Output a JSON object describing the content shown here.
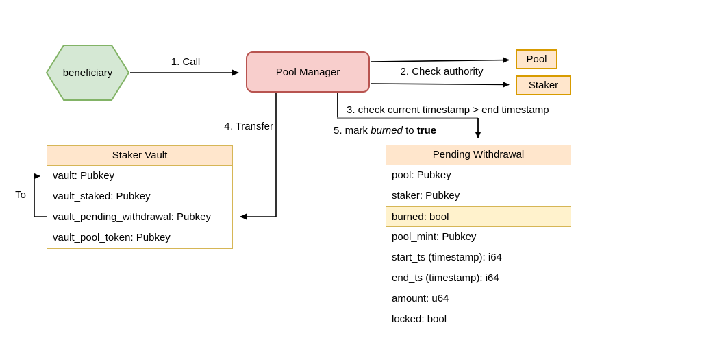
{
  "diagram": {
    "nodes": {
      "beneficiary": {
        "label": "beneficiary"
      },
      "pool_manager": {
        "label": "Pool Manager"
      },
      "pool": {
        "label": "Pool"
      },
      "staker": {
        "label": "Staker"
      }
    },
    "edge_labels": {
      "call": "1. Call",
      "check_authority": "2. Check authority",
      "check_timestamp": "3. check current timestamp > end timestamp",
      "transfer": "4. Transfer",
      "mark_burned": {
        "part1": "5. mark ",
        "italic": "burned",
        "part2": " to ",
        "bold": "true"
      },
      "to": "To"
    },
    "tables": {
      "staker_vault": {
        "title": "Staker Vault",
        "rows": [
          "vault: Pubkey",
          "vault_staked: Pubkey",
          "vault_pending_withdrawal: Pubkey",
          "vault_pool_token: Pubkey"
        ]
      },
      "pending_withdrawal": {
        "title": "Pending Withdrawal",
        "highlighted_row": "burned: bool",
        "rows": [
          "pool: Pubkey",
          "staker: Pubkey",
          "burned: bool",
          "pool_mint: Pubkey",
          "start_ts (timestamp): i64",
          "end_ts (timestamp): i64",
          "amount: u64",
          "locked: bool"
        ]
      }
    },
    "colors": {
      "beneficiary_fill": "#d5e8d4",
      "beneficiary_stroke": "#82b366",
      "pool_manager_fill": "#f8cecc",
      "pool_manager_stroke": "#b85450",
      "box_fill": "#ffe6cc",
      "box_stroke": "#d79b00",
      "table_border": "#d6b656",
      "highlight_fill": "#fff2cc",
      "edge_color": "#000000",
      "gray_segment": "#8c8c8c"
    }
  }
}
